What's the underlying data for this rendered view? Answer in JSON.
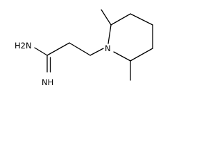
{
  "structure": {
    "atoms": {
      "amine": "H2N",
      "imine": "NH",
      "ring_nitrogen": "N"
    }
  }
}
